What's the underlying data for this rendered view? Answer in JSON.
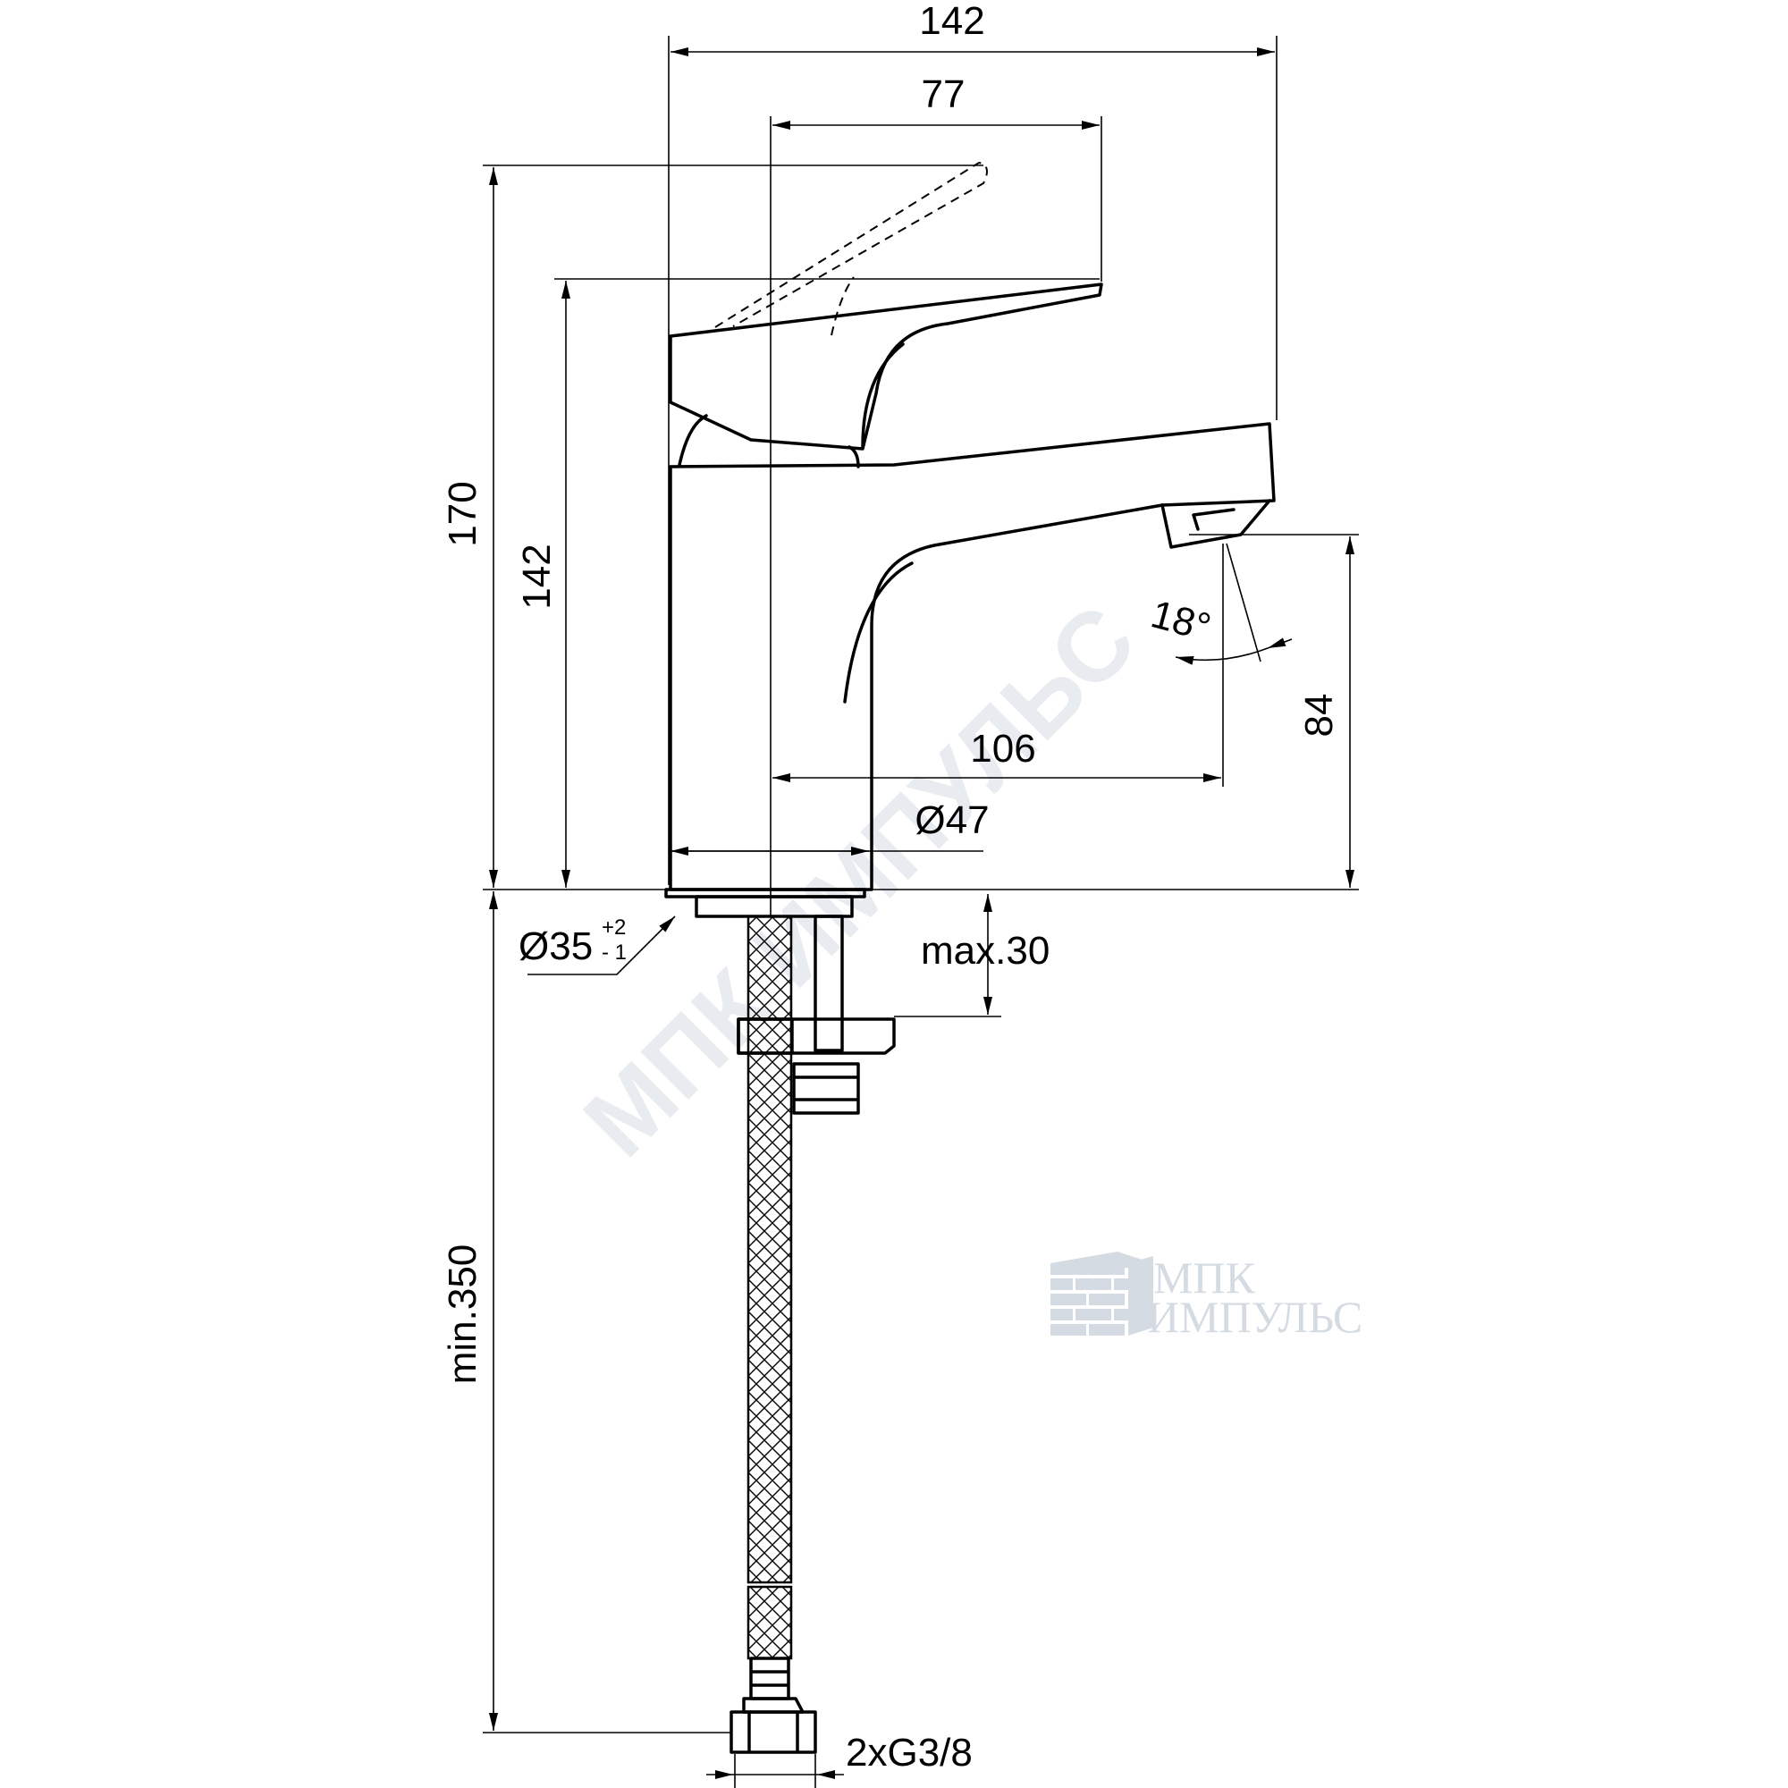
{
  "dimensions": {
    "overall_width": "142",
    "lever_length": "77",
    "total_height_open": "170",
    "total_height_closed": "142",
    "spout_angle_value": "18",
    "spout_angle_unit": "°",
    "spout_height": "84",
    "spout_reach": "106",
    "body_diameter": "Ø47",
    "hole_diameter": "Ø35",
    "hole_tol_plus": "+2",
    "hole_tol_minus": "- 1",
    "max_thickness": "max.30",
    "hose_length": "min.350",
    "connection": "2xG3/8"
  },
  "watermark": {
    "line1": "МПК",
    "line2": "ИМПУЛЬС",
    "diagonal": "МПК ИМПУЛЬС"
  },
  "colors": {
    "line": "#000000",
    "watermark": "#c8d0da"
  }
}
